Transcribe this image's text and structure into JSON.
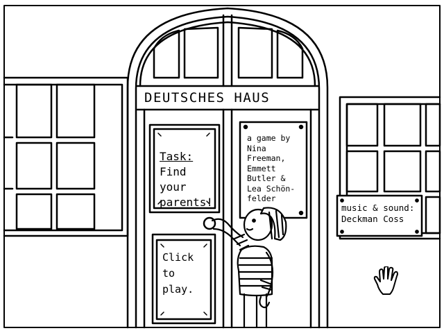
{
  "scene": {
    "building_sign": "DEUTSCHES HAUS",
    "task_poster": {
      "heading": "Task:",
      "body": "Find\nyour\nparents!"
    },
    "credits_poster": {
      "text": "a game by\nNina\nFreeman,\nEmmett\nButler &\nLea Schön-\nfelder"
    },
    "play_poster": {
      "text": "Click\nto\nplay."
    },
    "music_sign": {
      "text": "music & sound:\nDeckman Coss"
    },
    "cursor_icon": "hand-icon"
  },
  "colors": {
    "ink": "#000000",
    "paper": "#ffffff"
  }
}
